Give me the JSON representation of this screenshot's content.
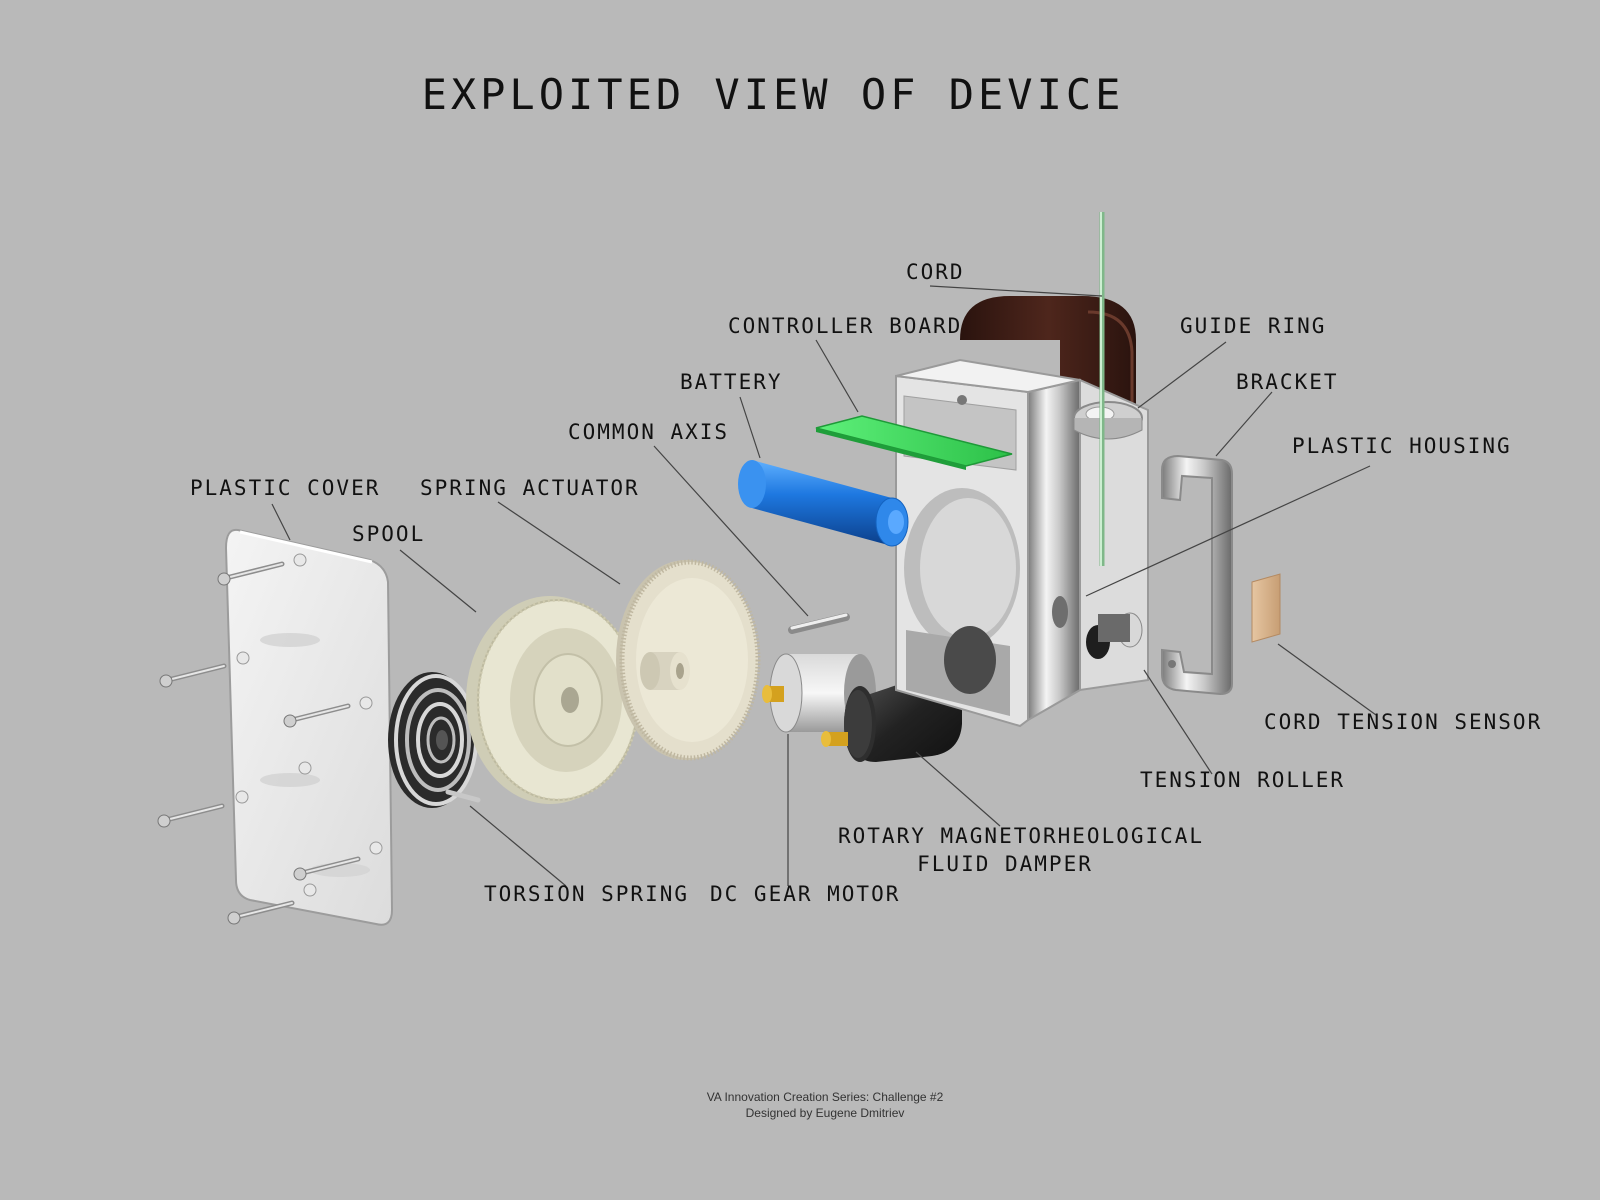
{
  "title": "EXPLOITED VIEW OF DEVICE",
  "labels": {
    "cord": "CORD",
    "controller_board": "CONTROLLER BOARD",
    "guide_ring": "GUIDE RING",
    "battery": "BATTERY",
    "bracket": "BRACKET",
    "common_axis": "COMMON AXIS",
    "plastic_housing": "PLASTIC HOUSING",
    "plastic_cover": "PLASTIC COVER",
    "spring_actuator": "SPRING ACTUATOR",
    "spool": "SPOOL",
    "cord_tension_sensor": "CORD TENSION SENSOR",
    "tension_roller": "TENSION ROLLER",
    "damper_line1": "ROTARY MAGNETORHEOLOGICAL",
    "damper_line2": "FLUID DAMPER",
    "torsion_spring": "TORSION SPRING",
    "dc_gear_motor": "DC GEAR MOTOR"
  },
  "credits": {
    "line1": "VA Innovation Creation Series: Challenge #2",
    "line2": "Designed by Eugene Dmitriev"
  },
  "colors": {
    "background": "#b9b9b9",
    "battery": "#1e78e0",
    "controller_board": "#3ee05a",
    "cord": "#a8e0b0",
    "strap": "#3d1f18",
    "spool": "#e8e6d2",
    "sensor": "#d8b48e"
  }
}
